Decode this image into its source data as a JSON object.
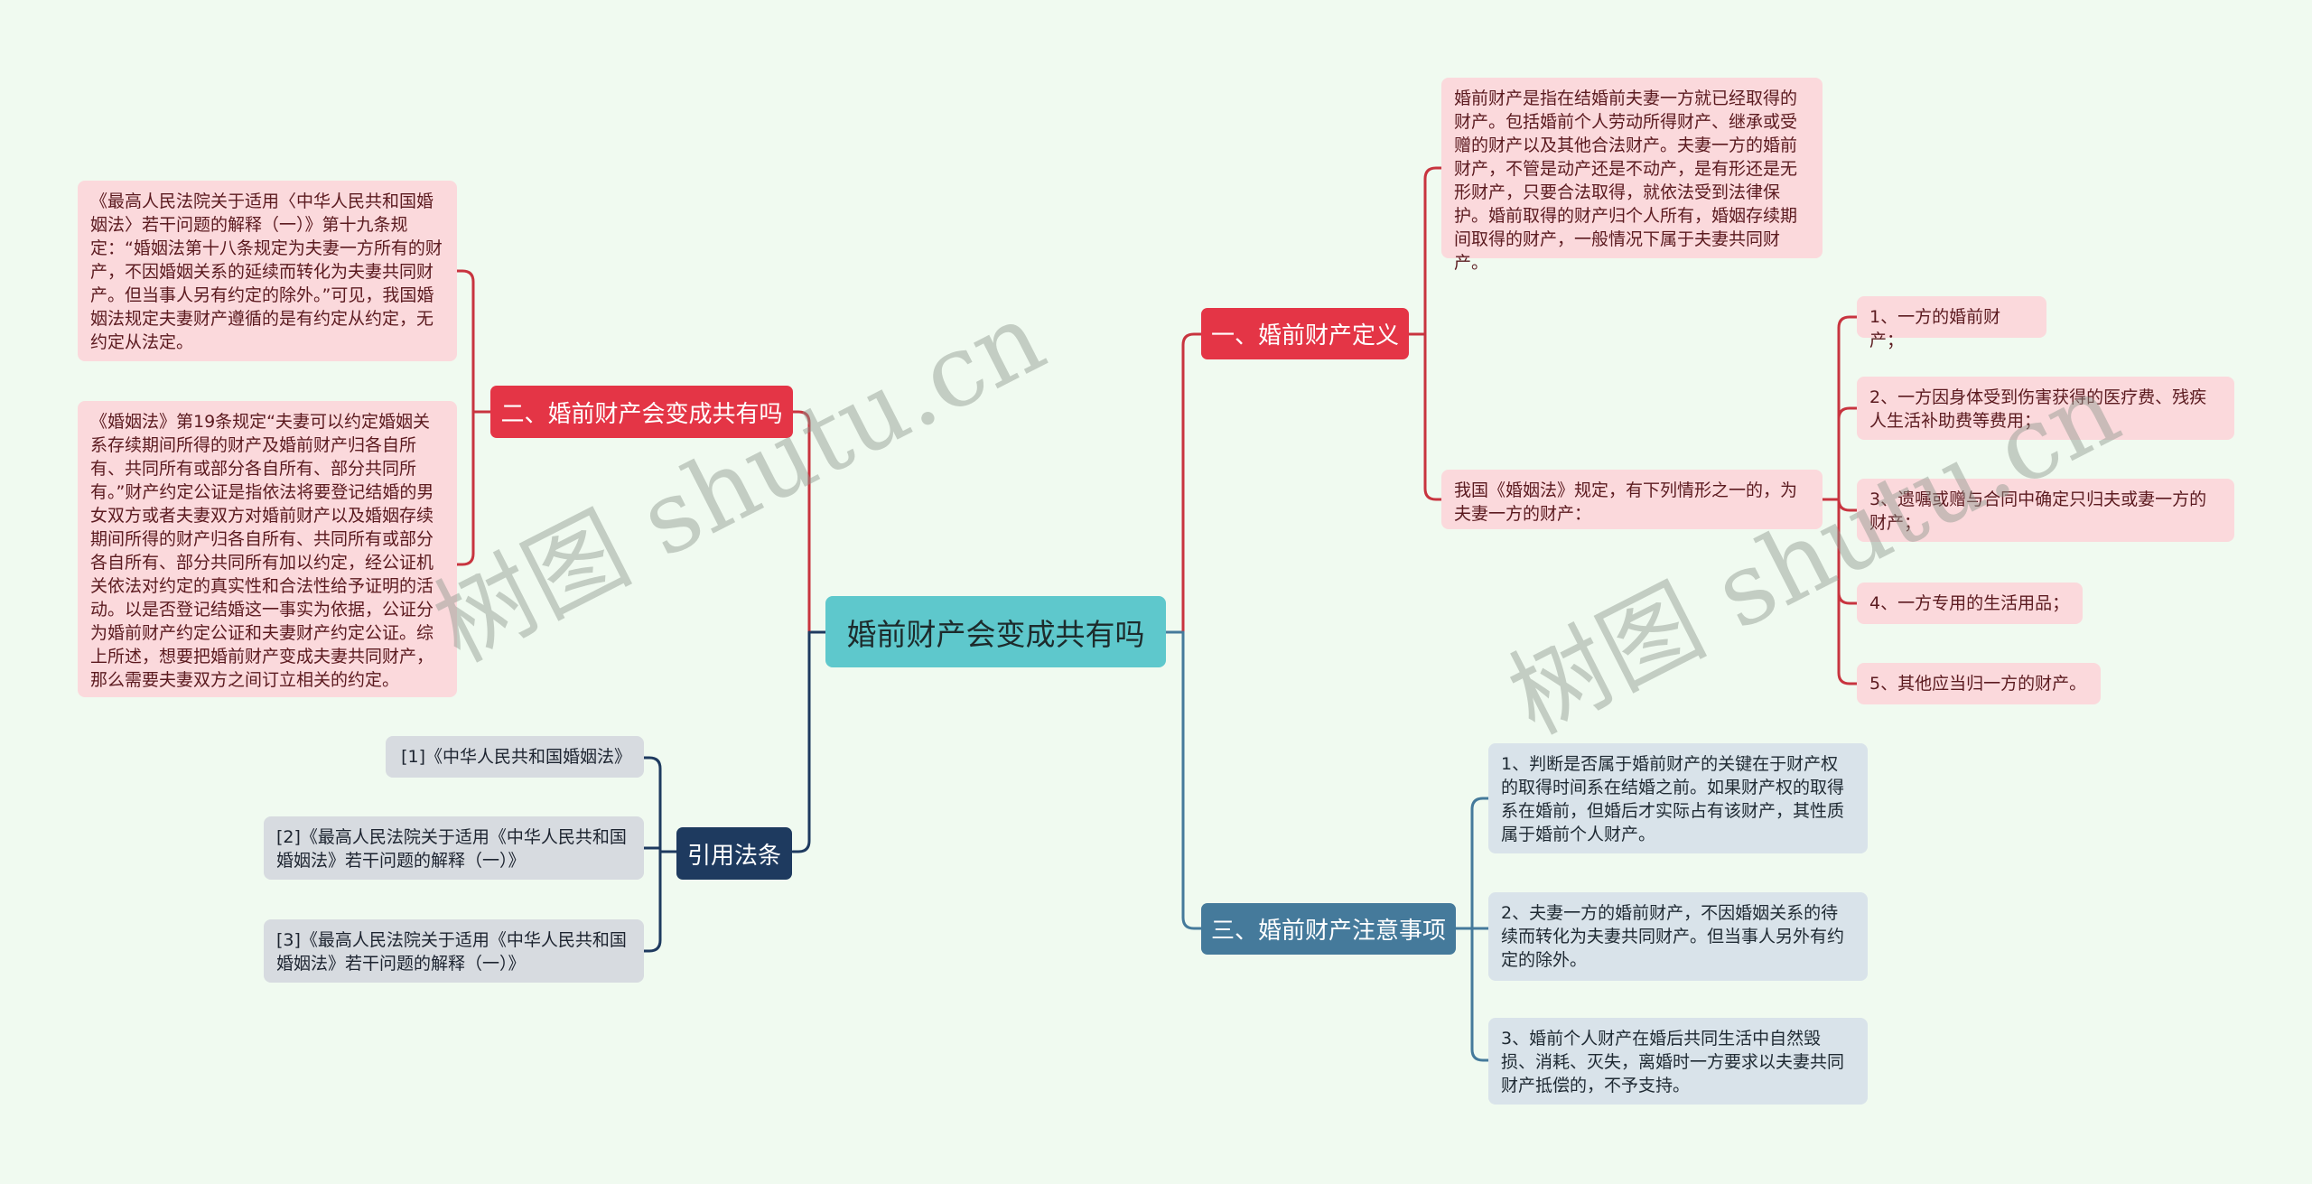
{
  "mindmap": {
    "root": {
      "label": "婚前财产会变成共有吗",
      "color": "#5ec8cc"
    },
    "branches": {
      "definition": {
        "label": "一、婚前财产定义",
        "color": "#e43546",
        "children": {
          "intro": "婚前财产是指在结婚前夫妻一方就已经取得的财产。包括婚前个人劳动所得财产、继承或受赠的财产以及其他合法财产。夫妻一方的婚前财产，不管是动产还是不动产，是有形还是无形财产，只要合法取得，就依法受到法律保护。婚前取得的财产归个人所有，婚姻存续期间取得的财产，一般情况下属于夫妻共同财产。",
          "law": "我国《婚姻法》规定，有下列情形之一的，为夫妻一方的财产：",
          "items": [
            "1、一方的婚前财产；",
            "2、一方因身体受到伤害获得的医疗费、残疾人生活补助费等费用；",
            "3、遗嘱或赠与合同中确定只归夫或妻一方的财产；",
            "4、一方专用的生活用品；",
            "5、其他应当归一方的财产。"
          ]
        }
      },
      "conversion": {
        "label": "二、婚前财产会变成共有吗",
        "color": "#e43546",
        "children": [
          "《最高人民法院关于适用〈中华人民共和国婚姻法〉若干问题的解释（一）》第十九条规定：“婚姻法第十八条规定为夫妻一方所有的财产，不因婚姻关系的延续而转化为夫妻共同财产。但当事人另有约定的除外。”可见，我国婚姻法规定夫妻财产遵循的是有约定从约定，无约定从法定。",
          "《婚姻法》第19条规定“夫妻可以约定婚姻关系存续期间所得的财产及婚前财产归各自所有、共同所有或部分各自所有、部分共同所有。”财产约定公证是指依法将要登记结婚的男女双方或者夫妻双方对婚前财产以及婚姻存续期间所得的财产归各自所有、共同所有或部分各自所有、部分共同所有加以约定，经公证机关依法对约定的真实性和合法性给予证明的活动。以是否登记结婚这一事实为依据，公证分为婚前财产约定公证和夫妻财产约定公证。综上所述，想要把婚前财产变成夫妻共同财产，那么需要夫妻双方之间订立相关的约定。"
        ]
      },
      "notes": {
        "label": "三、婚前财产注意事项",
        "color": "#457a9b",
        "children": [
          "1、判断是否属于婚前财产的关键在于财产权的取得时间系在结婚之前。如果财产权的取得系在婚前，但婚后才实际占有该财产，其性质属于婚前个人财产。",
          "2、夫妻一方的婚前财产，不因婚姻关系的待续而转化为夫妻共同财产。但当事人另外有约定的除外。",
          "3、婚前个人财产在婚后共同生活中自然毁损、消耗、灭失，离婚时一方要求以夫妻共同财产抵偿的，不予支持。"
        ]
      },
      "citations": {
        "label": "引用法条",
        "color": "#1e3a5f",
        "children": [
          "[1]《中华人民共和国婚姻法》",
          "[2]《最高人民法院关于适用《中华人民共和国婚姻法》若干问题的解释（一）》",
          "[3]《最高人民法院关于适用《中华人民共和国婚姻法》若干问题的解释（一）》"
        ]
      }
    },
    "watermarks": [
      "树图 shutu.cn",
      "树图 shutu.cn"
    ],
    "colors": {
      "background": "#f0faf0",
      "red_line": "#c8343f",
      "blue_line": "#457a9b",
      "navy_line": "#1e3a5f",
      "leaf_red": "#fbd9dc",
      "leaf_blue": "#d9e3ea",
      "leaf_gray": "#d7dbe0"
    }
  }
}
